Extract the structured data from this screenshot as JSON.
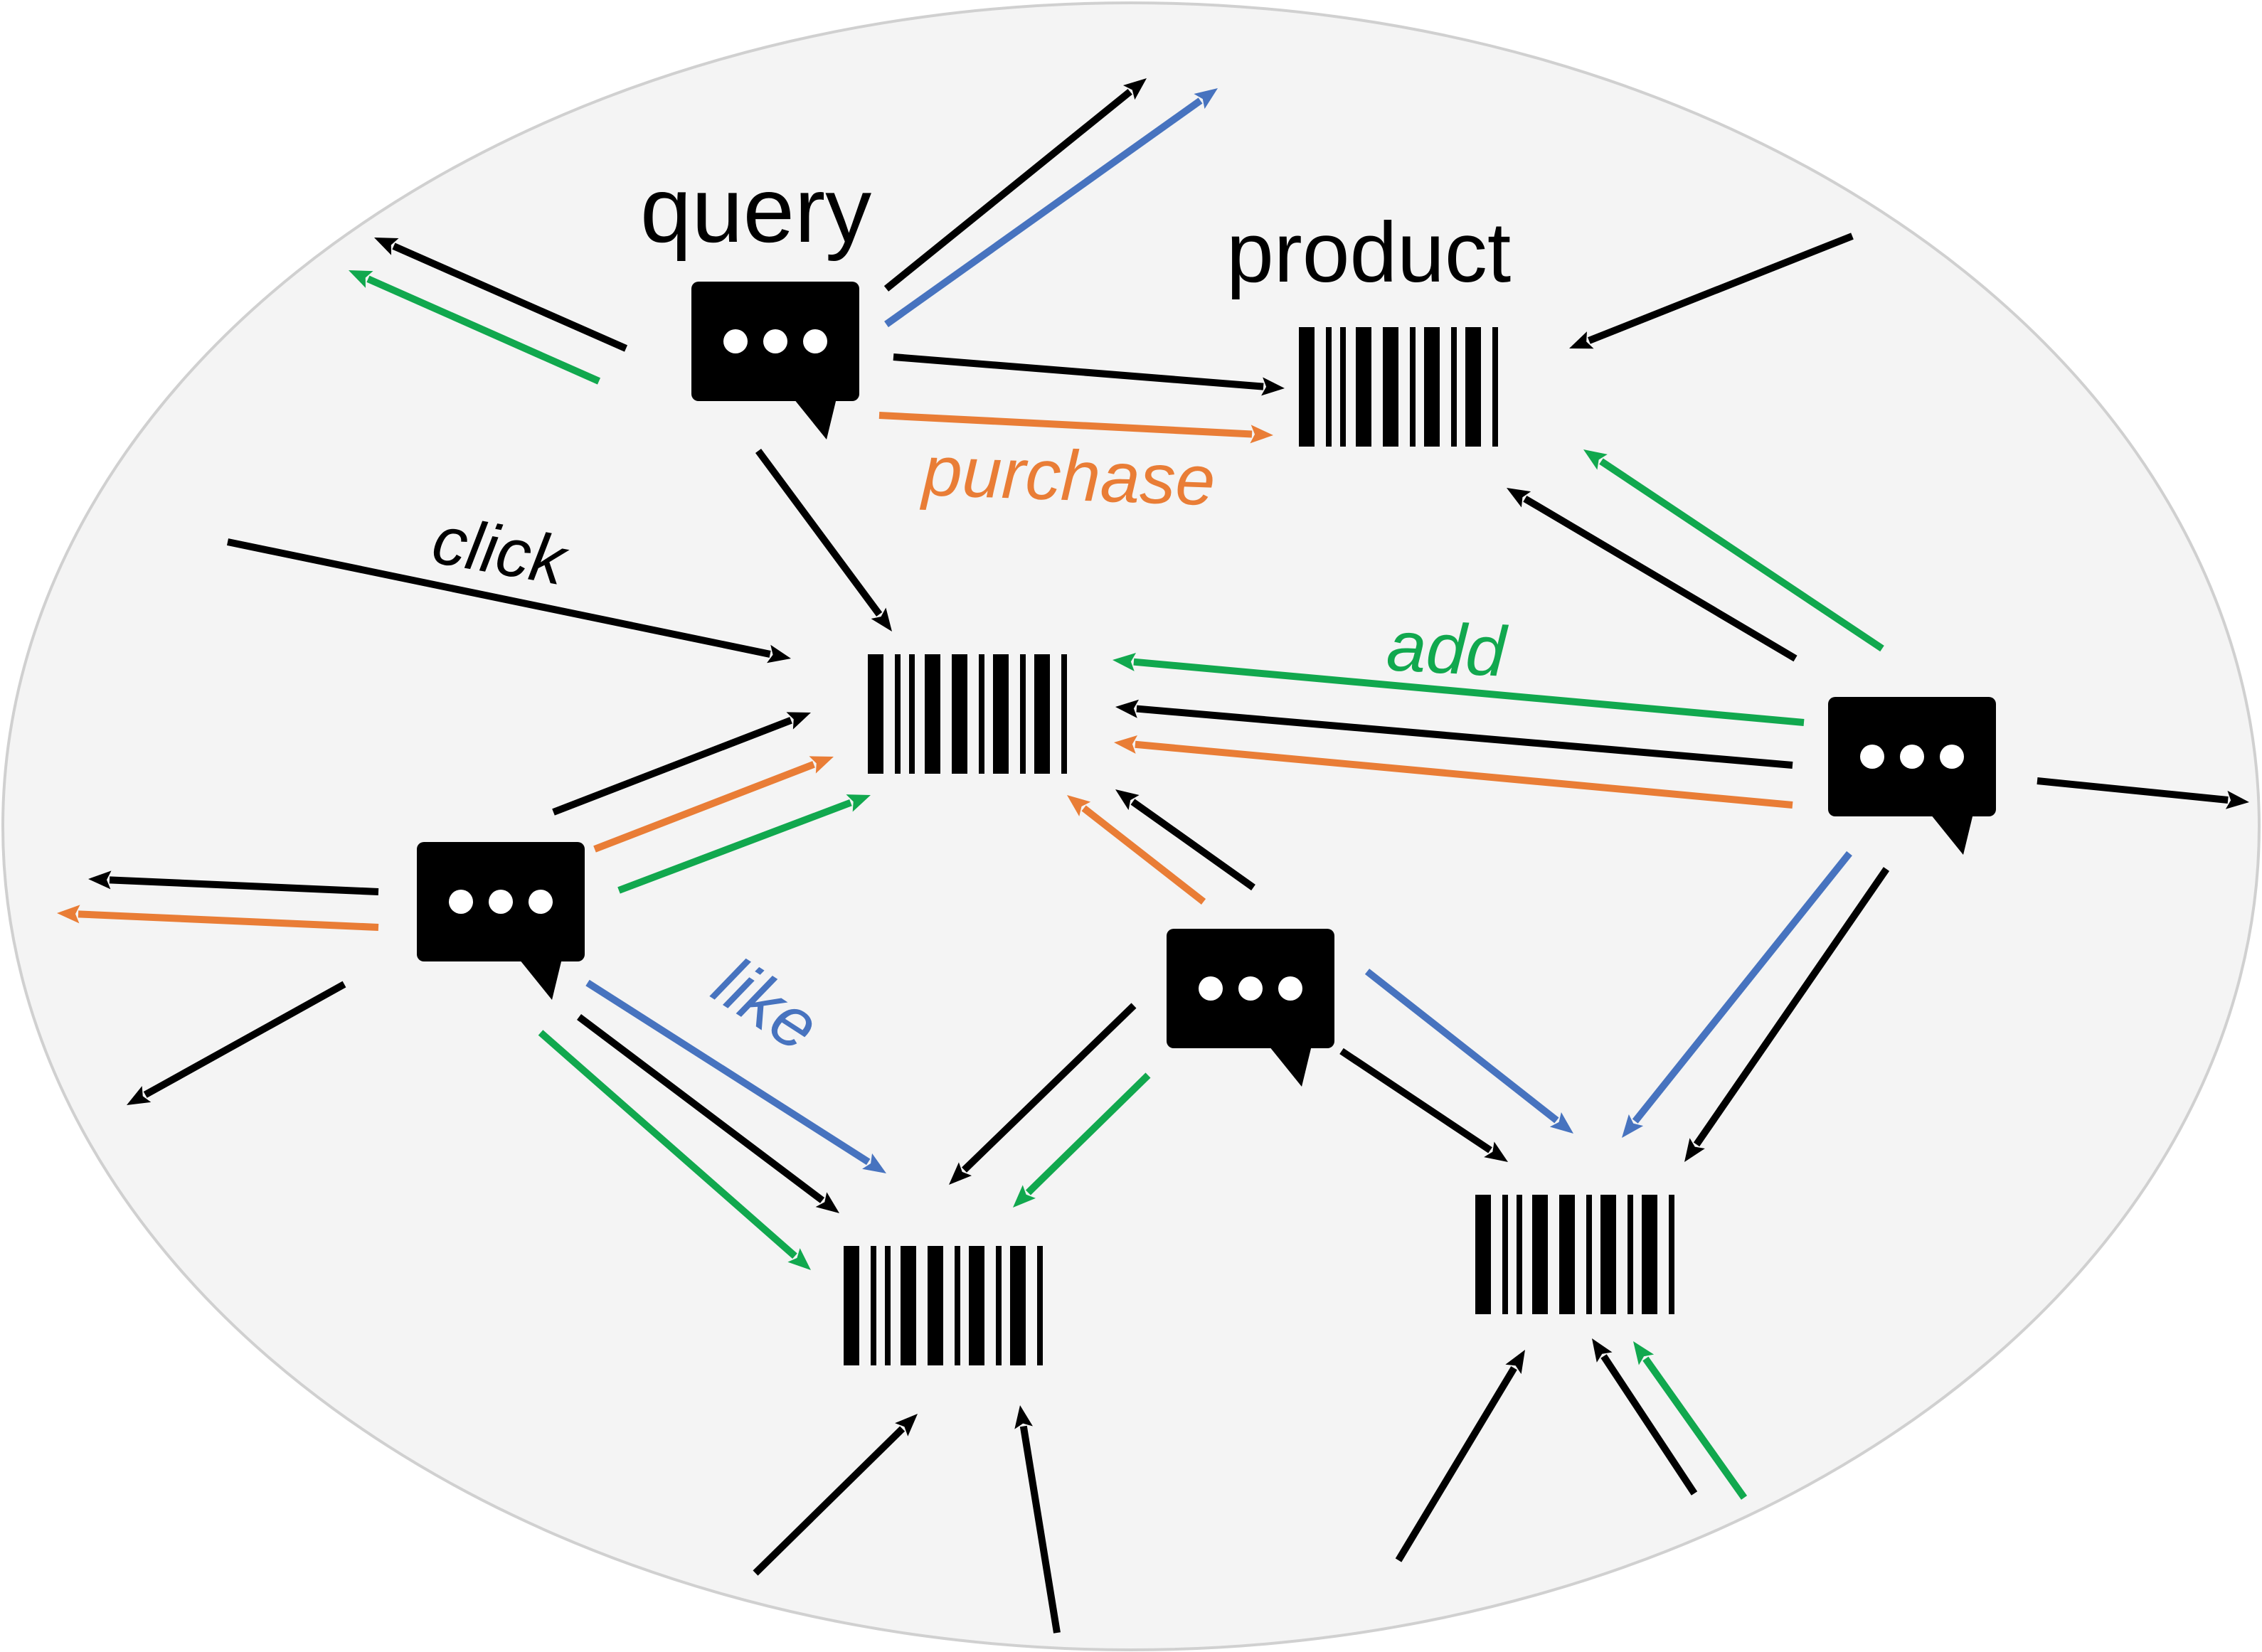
{
  "labels": {
    "query": "query",
    "product": "product",
    "click": "click",
    "purchase": "purchase",
    "add": "add",
    "like": "like"
  },
  "colors": {
    "background": "#f4f4f4",
    "outline": "#d0d0d0",
    "click": "#000000",
    "purchase": "#e97d36",
    "add": "#11a84e",
    "like": "#4773bf",
    "node": "#000000"
  },
  "nodes": {
    "queries": [
      "query-node-top",
      "query-node-left",
      "query-node-center",
      "query-node-right"
    ],
    "products": [
      "product-node-top",
      "product-node-middle",
      "product-node-bottom-left",
      "product-node-bottom-right"
    ]
  },
  "edge_types": [
    "click",
    "purchase",
    "add",
    "like"
  ]
}
